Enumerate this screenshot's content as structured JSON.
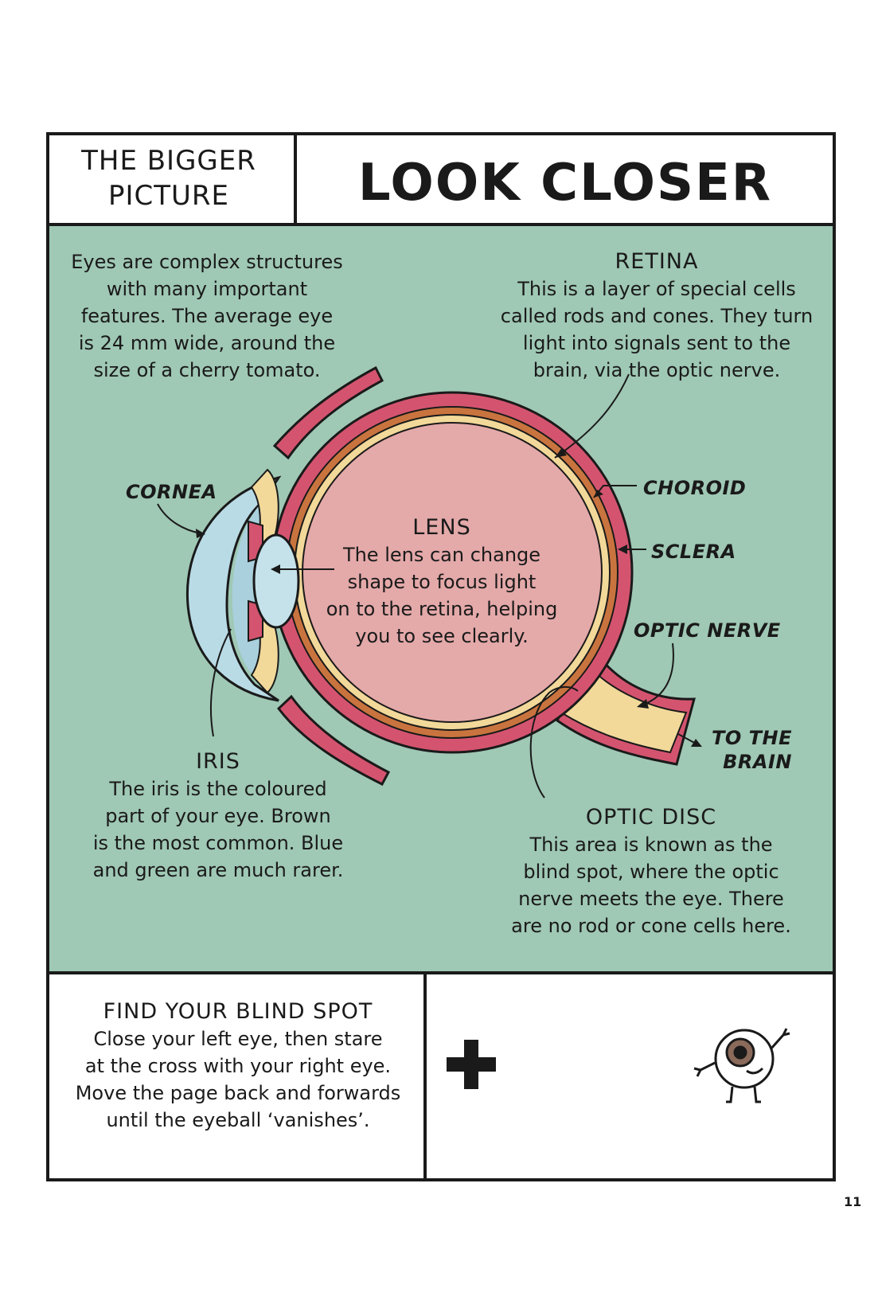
{
  "header": {
    "section_tag_line1": "THE BIGGER",
    "section_tag_line2": "PICTURE",
    "title": "LOOK CLOSER"
  },
  "intro": {
    "lines": [
      "Eyes are complex structures",
      "with many important",
      "features. The average eye",
      "is 24 mm wide, around the",
      "size of a cherry tomato."
    ]
  },
  "retina": {
    "heading": "RETINA",
    "lines": [
      "This is a layer of special cells",
      "called rods and cones. They turn",
      "light into signals sent to the",
      "brain, via the optic nerve."
    ]
  },
  "lens": {
    "heading": "LENS",
    "lines": [
      "The lens can change",
      "shape to focus light",
      "on to the retina, helping",
      "you to see clearly."
    ]
  },
  "iris": {
    "heading": "IRIS",
    "lines": [
      "The iris is the coloured",
      "part of your eye. Brown",
      "is the most common. Blue",
      "and green are much rarer."
    ]
  },
  "optic_disc": {
    "heading": "OPTIC DISC",
    "lines": [
      "This area is known as the",
      "blind spot, where the optic",
      "nerve meets the eye. There",
      "are no rod or cone cells here."
    ]
  },
  "labels": {
    "cornea": "CORNEA",
    "choroid": "CHOROID",
    "sclera": "SCLERA",
    "optic_nerve": "OPTIC NERVE",
    "to_the": "TO THE",
    "brain": "BRAIN"
  },
  "blind_spot": {
    "heading": "FIND YOUR BLIND SPOT",
    "lines": [
      "Close your left eye, then stare",
      "at the cross with your right eye.",
      "Move the page back and forwards",
      "until the eyeball ‘vanishes’."
    ]
  },
  "page_number": "11",
  "colors": {
    "panel_teal": "#9fc8b5",
    "sclera_pink": "#d4546f",
    "vitreous_pink": "#e4a9a9",
    "retina_yellow": "#f2d99a",
    "choroid_orange": "#c9743f",
    "cornea_blue": "#b9dbe6"
  },
  "icons": [
    "cross-icon",
    "eyeball-character-icon"
  ]
}
